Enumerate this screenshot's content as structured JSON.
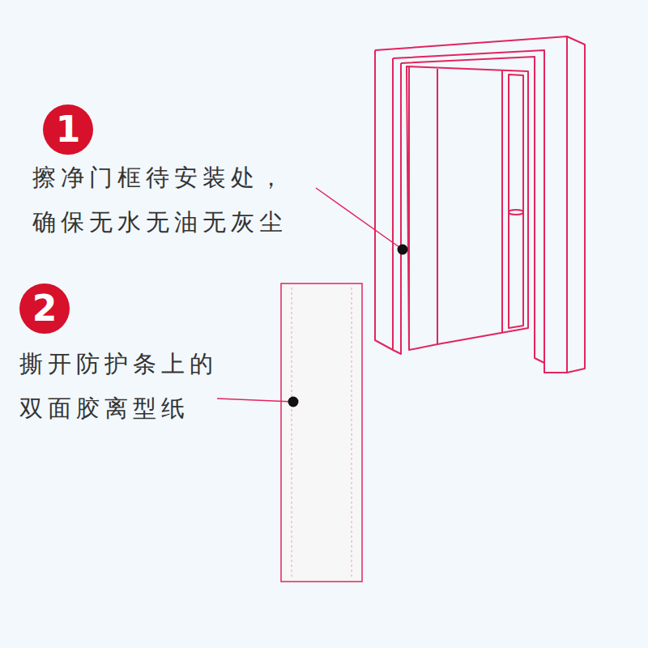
{
  "diagram": {
    "nodes": [
      {
        "text": [
          "1"
        ]
      },
      {
        "text": [
          "2"
        ]
      }
    ],
    "labels": [
      "擦净门框待安装处， 确保无水无油无灰尘",
      "撕开防护条上的 双面胶离型纸"
    ]
  }
}
